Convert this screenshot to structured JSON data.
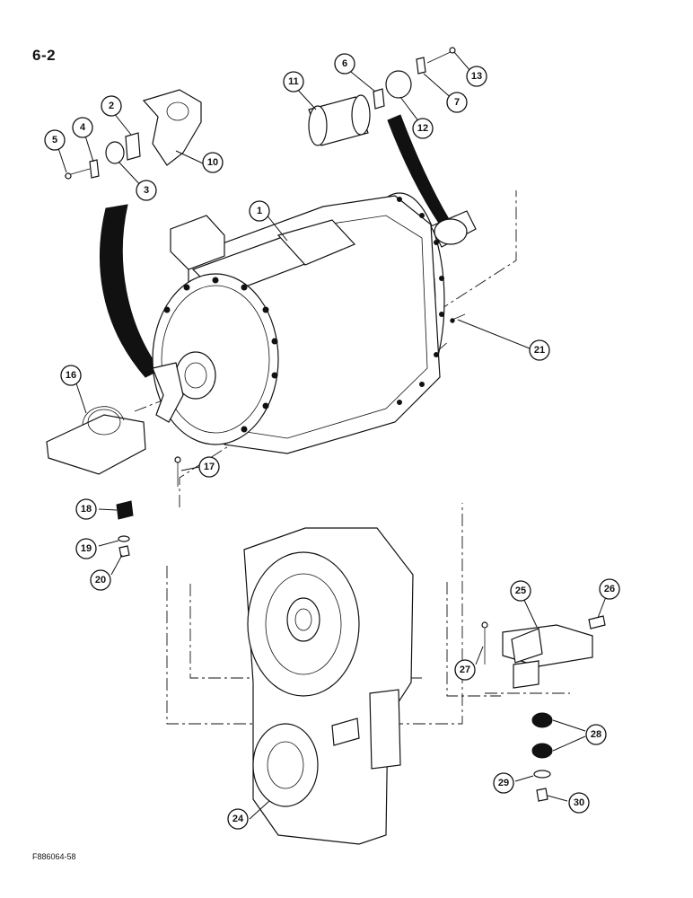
{
  "page": {
    "page_id": "6-2",
    "figure_code": "F886064-58"
  },
  "callouts": [
    {
      "id": "c1",
      "number": "1"
    },
    {
      "id": "c2",
      "number": "2"
    },
    {
      "id": "c3",
      "number": "3"
    },
    {
      "id": "c4",
      "number": "4"
    },
    {
      "id": "c5",
      "number": "5"
    },
    {
      "id": "c6",
      "number": "6"
    },
    {
      "id": "c7",
      "number": "7"
    },
    {
      "id": "c10",
      "number": "10"
    },
    {
      "id": "c11",
      "number": "11"
    },
    {
      "id": "c12",
      "number": "12"
    },
    {
      "id": "c13",
      "number": "13"
    },
    {
      "id": "c16",
      "number": "16"
    },
    {
      "id": "c17",
      "number": "17"
    },
    {
      "id": "c18",
      "number": "18"
    },
    {
      "id": "c19",
      "number": "19"
    },
    {
      "id": "c20",
      "number": "20"
    },
    {
      "id": "c21",
      "number": "21"
    },
    {
      "id": "c24",
      "number": "24"
    },
    {
      "id": "c25",
      "number": "25"
    },
    {
      "id": "c26",
      "number": "26"
    },
    {
      "id": "c27",
      "number": "27"
    },
    {
      "id": "c28",
      "number": "28"
    },
    {
      "id": "c29",
      "number": "29"
    },
    {
      "id": "c30",
      "number": "30"
    }
  ]
}
